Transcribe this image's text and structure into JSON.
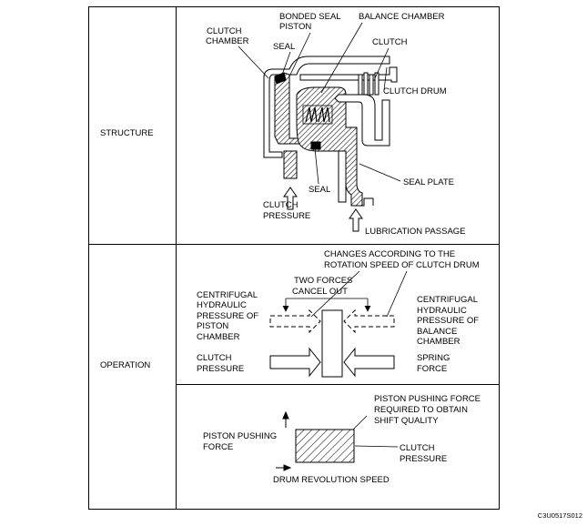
{
  "rows": {
    "structure": "STRUCTURE",
    "operation": "OPERATION"
  },
  "structure": {
    "clutch_chamber": [
      "CLUTCH",
      "CHAMBER"
    ],
    "bonded_seal_piston": [
      "BONDED SEAL",
      "PISTON"
    ],
    "balance_chamber": "BALANCE CHAMBER",
    "seal_top": "SEAL",
    "clutch": "CLUTCH",
    "clutch_drum": "CLUTCH DRUM",
    "seal_bottom": "SEAL",
    "seal_plate": "SEAL PLATE",
    "clutch_pressure": [
      "CLUTCH",
      "PRESSURE"
    ],
    "lubrication_passage": "LUBRICATION PASSAGE"
  },
  "operation": {
    "changes_note": [
      "CHANGES ACCORDING TO THE",
      "ROTATION SPEED OF CLUTCH DRUM"
    ],
    "two_forces": [
      "TWO FORCES",
      "CANCEL OUT"
    ],
    "cf_piston": [
      "CENTRIFUGAL",
      "HYDRAULIC",
      "PRESSURE OF",
      "PISTON",
      "CHAMBER"
    ],
    "cf_balance": [
      "CENTRIFUGAL",
      "HYDRAULIC",
      "PRESSURE OF",
      "BALANCE",
      "CHAMBER"
    ],
    "clutch_pressure": [
      "CLUTCH",
      "PRESSURE"
    ],
    "spring_force": [
      "SPRING",
      "FORCE"
    ]
  },
  "graph": {
    "required_force": [
      "PISTON PUSHING FORCE",
      "REQUIRED TO OBTAIN",
      "SHIFT QUALITY"
    ],
    "y_label": [
      "PISTON PUSHING",
      "FORCE"
    ],
    "clutch_pressure": [
      "CLUTCH",
      "PRESSURE"
    ],
    "x_label": "DRUM REVOLUTION SPEED"
  },
  "figure_code": "C3U0517S012"
}
